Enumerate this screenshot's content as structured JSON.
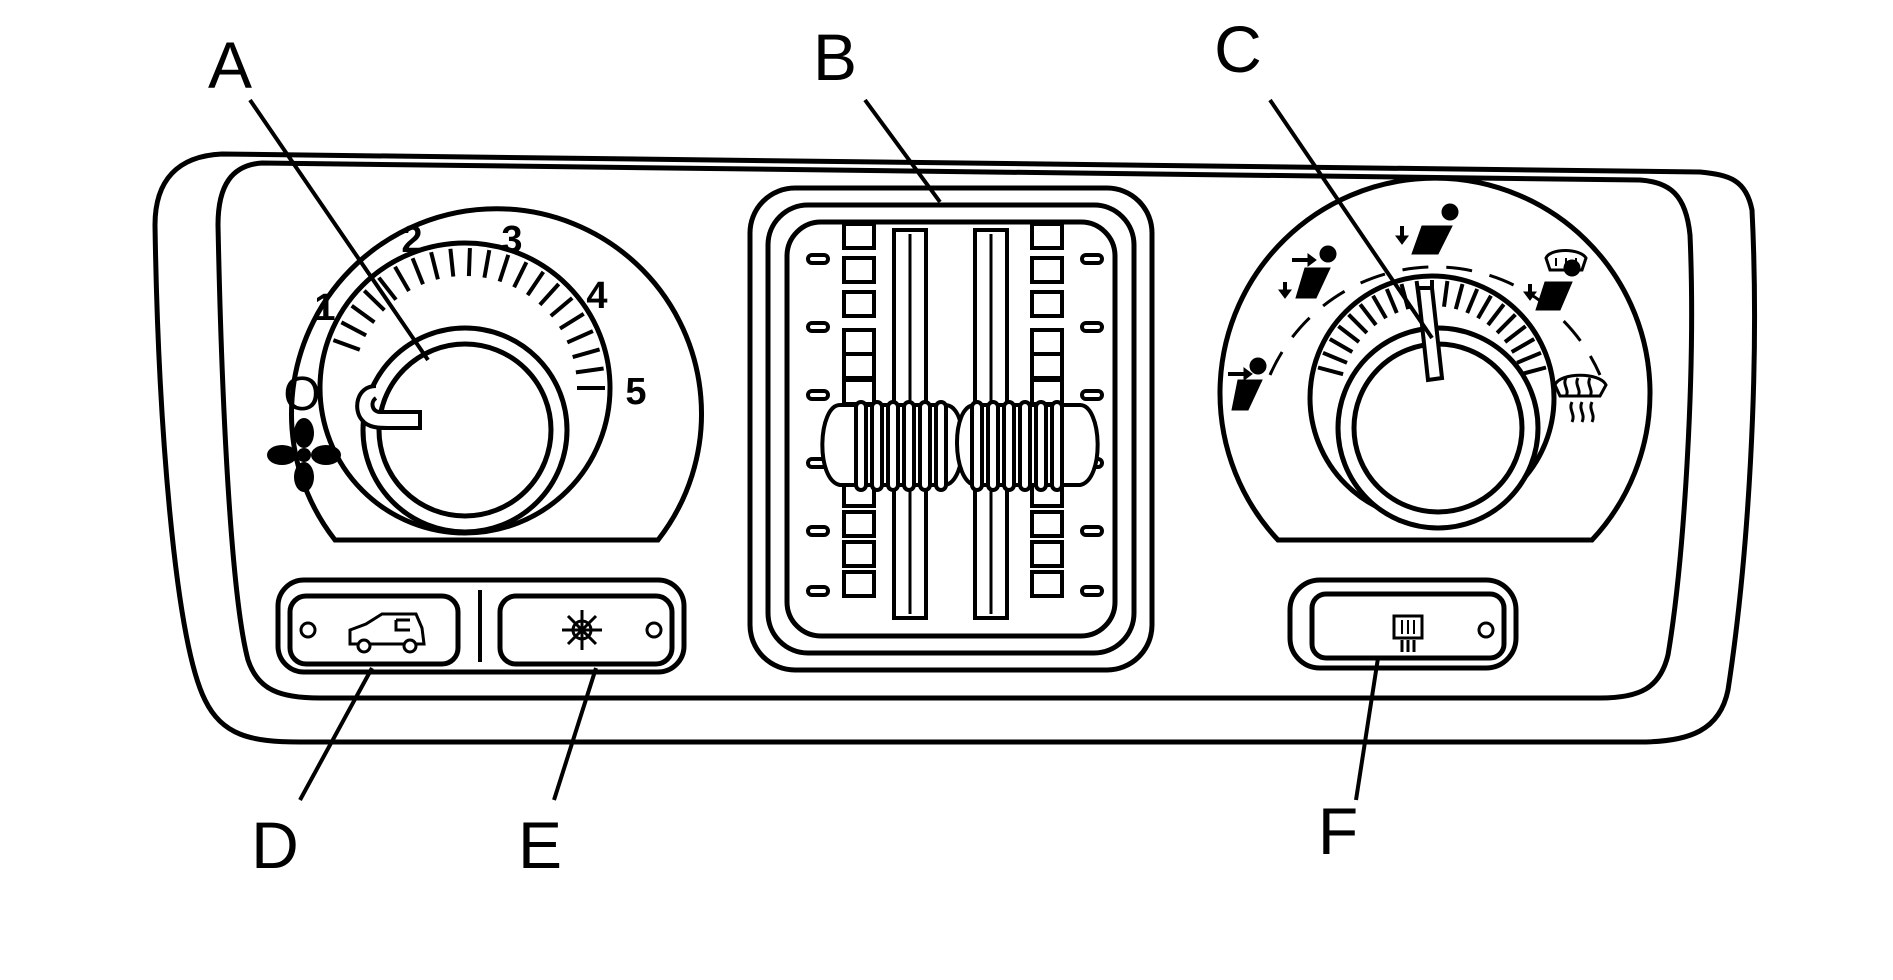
{
  "callouts": {
    "a": "A",
    "b": "B",
    "c": "C",
    "d": "D",
    "e": "E",
    "f": "F"
  },
  "fan_dial": {
    "off_label": "O",
    "speeds": [
      "1",
      "2",
      "3",
      "4",
      "5"
    ]
  },
  "icons": {
    "fan": "fan-icon",
    "recirculation": "recirculation-car-icon",
    "air_conditioning": "snowflake-icon",
    "rear_defrost": "rear-defrost-icon",
    "vent": "vent-mode-icon",
    "bi_level": "bi-level-mode-icon",
    "floor": "floor-mode-icon",
    "defog": "defog-mode-icon",
    "defrost": "defrost-mode-icon"
  },
  "colors": {
    "line": "#000000",
    "background": "#ffffff"
  }
}
